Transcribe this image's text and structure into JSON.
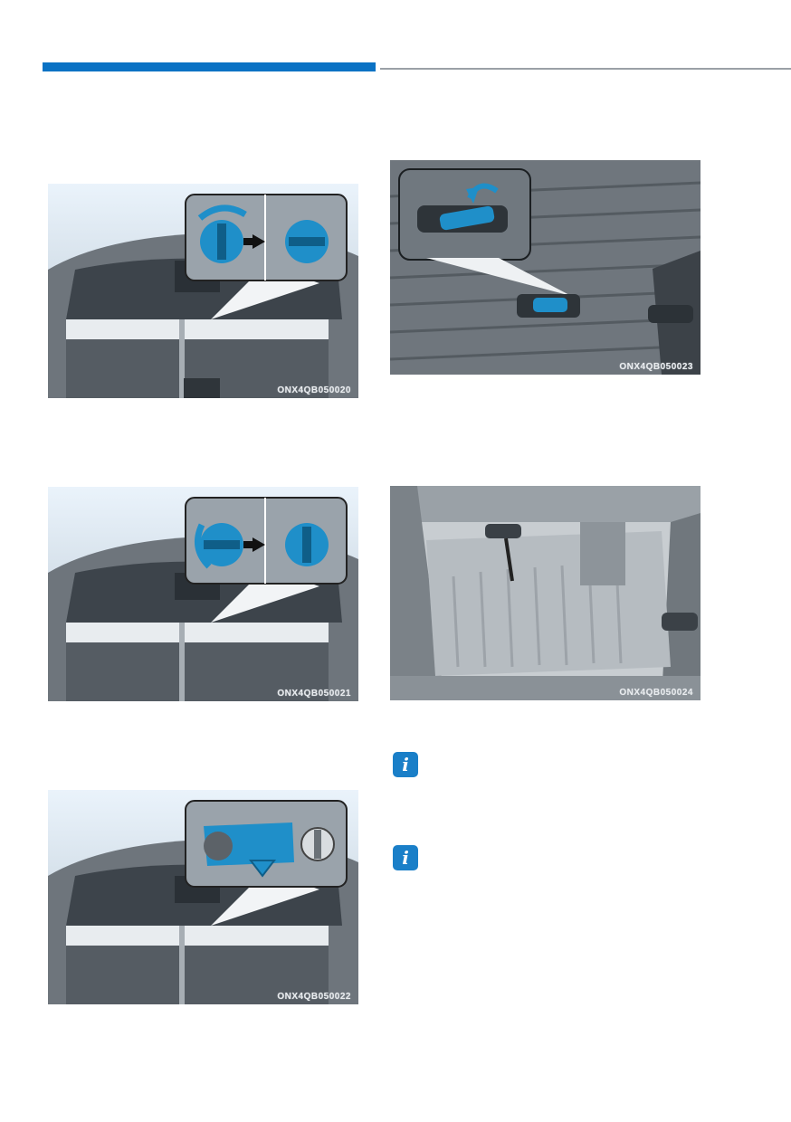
{
  "figures": {
    "fig1": {
      "code": "ONX4QB050020",
      "panel": "lock-to-unlock"
    },
    "fig2": {
      "code": "ONX4QB050021",
      "panel": "unlock-to-lock"
    },
    "fig3": {
      "code": "ONX4QB050022",
      "panel": "manual-release"
    },
    "fig4": {
      "code": "ONX4QB050023",
      "panel": "handle-lift"
    },
    "fig5": {
      "code": "ONX4QB050024",
      "panel": "open-bed"
    }
  },
  "info_icons": [
    {
      "glyph": "i"
    },
    {
      "glyph": "i"
    }
  ],
  "colors": {
    "accent": "#0a72c4",
    "knob": "#1f8fc9",
    "rule": "#9aa0a6"
  }
}
